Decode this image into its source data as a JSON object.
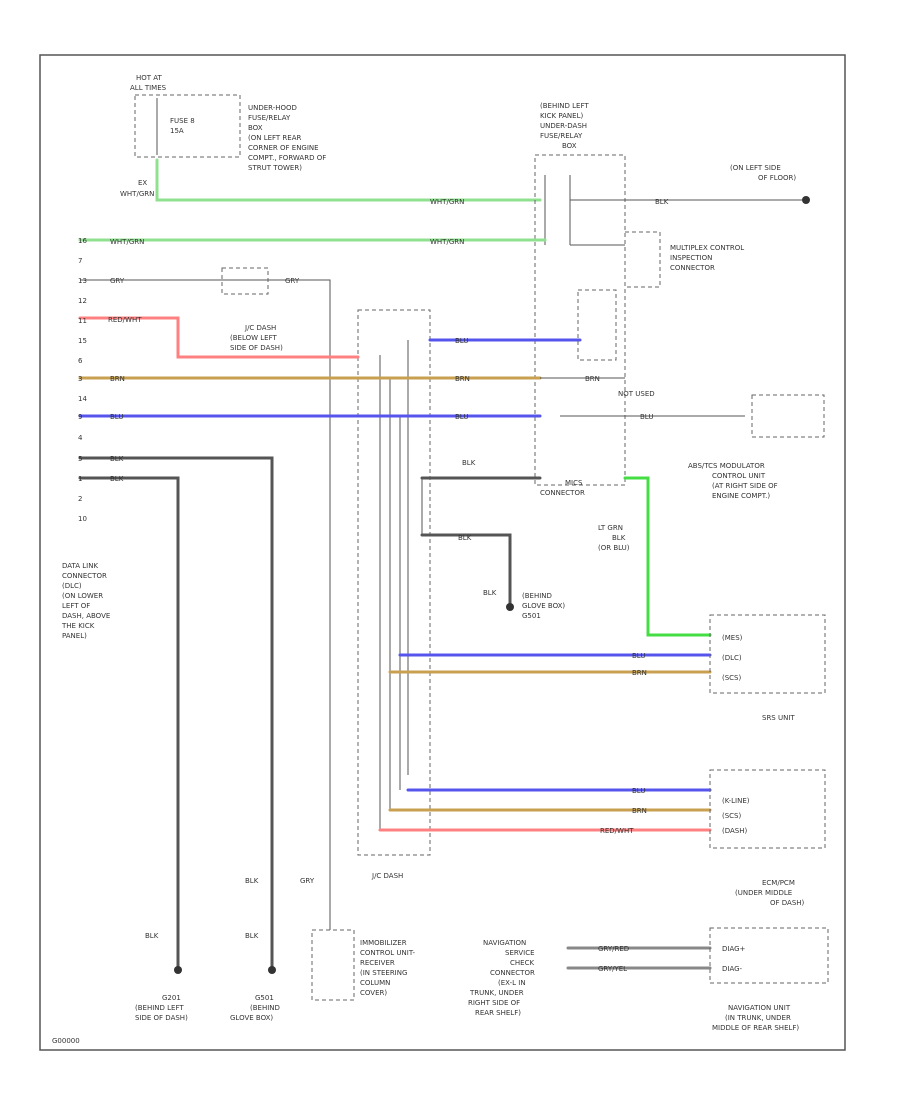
{
  "colors": {
    "wht_grn": "#8fe08f",
    "gry": "#777777",
    "red_wht": "#ff8080",
    "brn": "#c8a050",
    "blu": "#5555ee",
    "blk": "#555555",
    "lt_grn": "#44dd44"
  },
  "fuse": {
    "hot_at": "HOT AT",
    "all_times": "ALL TIMES",
    "fuse_label": "FUSE 8",
    "amp": "15A"
  },
  "underhood_box": [
    "UNDER-HOOD",
    "FUSE/RELAY",
    "BOX",
    "(ON LEFT REAR",
    "CORNER OF ENGINE",
    "COMPT., FORWARD OF",
    "STRUT TOWER)"
  ],
  "dash_box": [
    "(BEHIND LEFT",
    "KICK PANEL)",
    "UNDER-DASH",
    "FUSE/RELAY",
    "BOX"
  ],
  "floor_ground": [
    "(ON LEFT SIDE",
    "OF FLOOR)"
  ],
  "mpx_connector": [
    "MULTIPLEX CONTROL",
    "INSPECTION",
    "CONNECTOR"
  ],
  "jc_top": [
    "J/C DASH",
    "(BELOW LEFT",
    "SIDE OF DASH)"
  ],
  "jc_bottom": "J/C DASH",
  "mics_connector": [
    "MICS",
    "CONNECTOR"
  ],
  "not_used": "NOT USED",
  "abs_unit": [
    "ABS/TCS MODULATOR",
    "CONTROL UNIT",
    "(AT RIGHT SIDE OF",
    "ENGINE COMPT.)"
  ],
  "dlc_label": [
    "DATA LINK",
    "CONNECTOR",
    "(DLC)",
    "(ON LOWER",
    "LEFT OF",
    "DASH, ABOVE",
    "THE KICK",
    "PANEL)"
  ],
  "ground_glove": [
    "(BEHIND",
    "GLOVE BOX)",
    "G501"
  ],
  "srs_unit": "SRS UNIT",
  "ecm_pcm": [
    "ECM/PCM",
    "(UNDER MIDDLE",
    "OF DASH)"
  ],
  "immobilizer": [
    "IMMOBILIZER",
    "CONTROL UNIT-",
    "RECEIVER",
    "(IN STEERING",
    "COLUMN",
    "COVER)"
  ],
  "nav_check": [
    "NAVIGATION",
    "SERVICE",
    "CHECK",
    "CONNECTOR",
    "(EX-L IN",
    "TRUNK, UNDER",
    "RIGHT SIDE OF",
    "REAR SHELF)"
  ],
  "nav_unit": [
    "NAVIGATION UNIT",
    "(IN TRUNK, UNDER",
    "MIDDLE OF REAR SHELF)"
  ],
  "g201": [
    "G201",
    "(BEHIND LEFT",
    "SIDE OF DASH)"
  ],
  "g501_bottom": [
    "G501",
    "(BEHIND",
    "GLOVE BOX)"
  ],
  "wire_labels": {
    "wht_grn": "WHT/GRN",
    "gry": "GRY",
    "red_wht": "RED/WHT",
    "brn": "BRN",
    "blu": "BLU",
    "blk": "BLK",
    "lt_grn": "LT GRN",
    "gry_red": "GRY/RED",
    "gry_yel": "GRY/YEL",
    "or_blu": "(OR BLU)"
  },
  "dlc_pins": [
    "16",
    "7",
    "13",
    "12",
    "11",
    "15",
    "6",
    "3",
    "14",
    "9",
    "4",
    "5",
    "1",
    "2",
    "10"
  ],
  "srs_pins": [
    "(MES)",
    "(DLC)",
    "(SCS)"
  ],
  "ecm_pins": [
    "(K-LINE)",
    "(SCS)",
    "(DASH)"
  ],
  "nav_pins": [
    "DIAG+",
    "DIAG-"
  ],
  "doc_code": "G00000",
  "ex": "EX"
}
